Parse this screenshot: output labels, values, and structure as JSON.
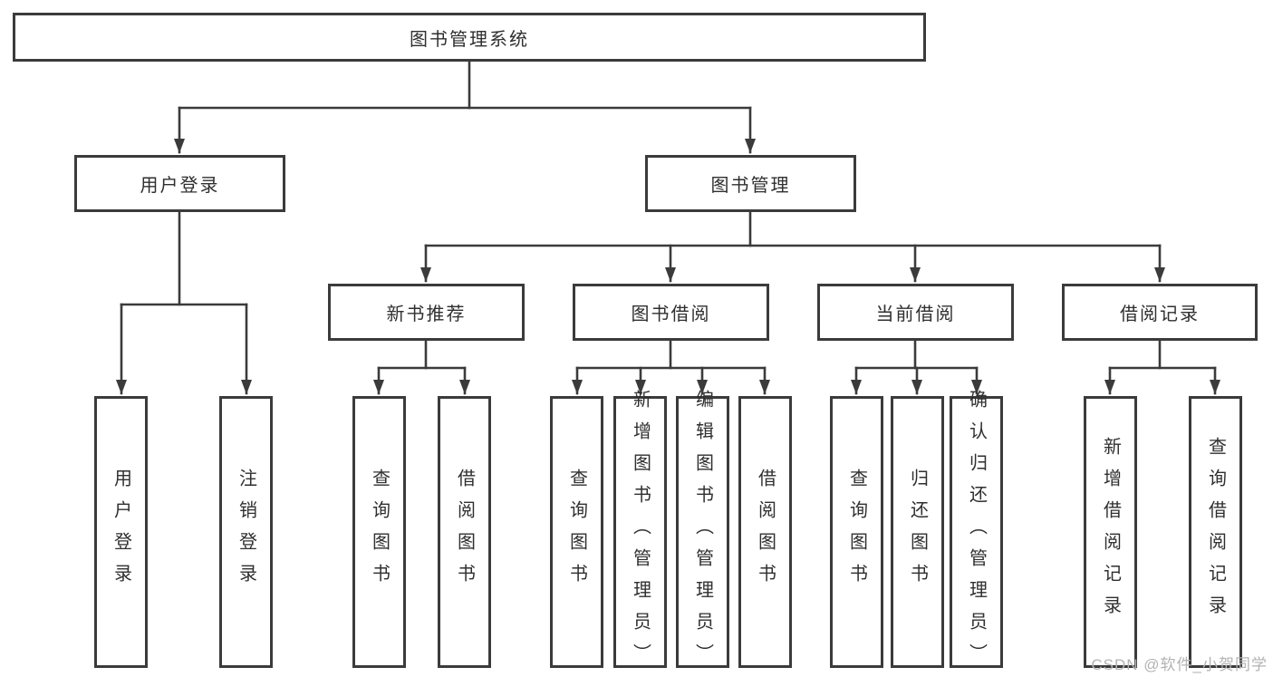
{
  "colors": {
    "line": "#3b3b3b",
    "box_border": "#3b3b3b",
    "text": "#2f2f2f",
    "watermark": "#b3b3b3",
    "background": "#ffffff"
  },
  "tree": {
    "root": {
      "label": "图书管理系统"
    },
    "level1": [
      {
        "label": "用户登录"
      },
      {
        "label": "图书管理"
      }
    ],
    "level2": [
      {
        "label": "新书推荐"
      },
      {
        "label": "图书借阅"
      },
      {
        "label": "当前借阅"
      },
      {
        "label": "借阅记录"
      }
    ],
    "leaves": {
      "user_login": [
        "用户登录",
        "注销登录"
      ],
      "new_book": [
        "查询图书",
        "借阅图书"
      ],
      "book_borrow": [
        "查询图书",
        "新增图书（管理员）",
        "编辑图书（管理员）",
        "借阅图书"
      ],
      "current_borrow": [
        "查询图书",
        "归还图书",
        "确认归还（管理员）"
      ],
      "borrow_record": [
        "新增借阅记录",
        "查询借阅记录"
      ]
    }
  },
  "watermark": {
    "text": "CSDN @软件_小贺同学"
  }
}
